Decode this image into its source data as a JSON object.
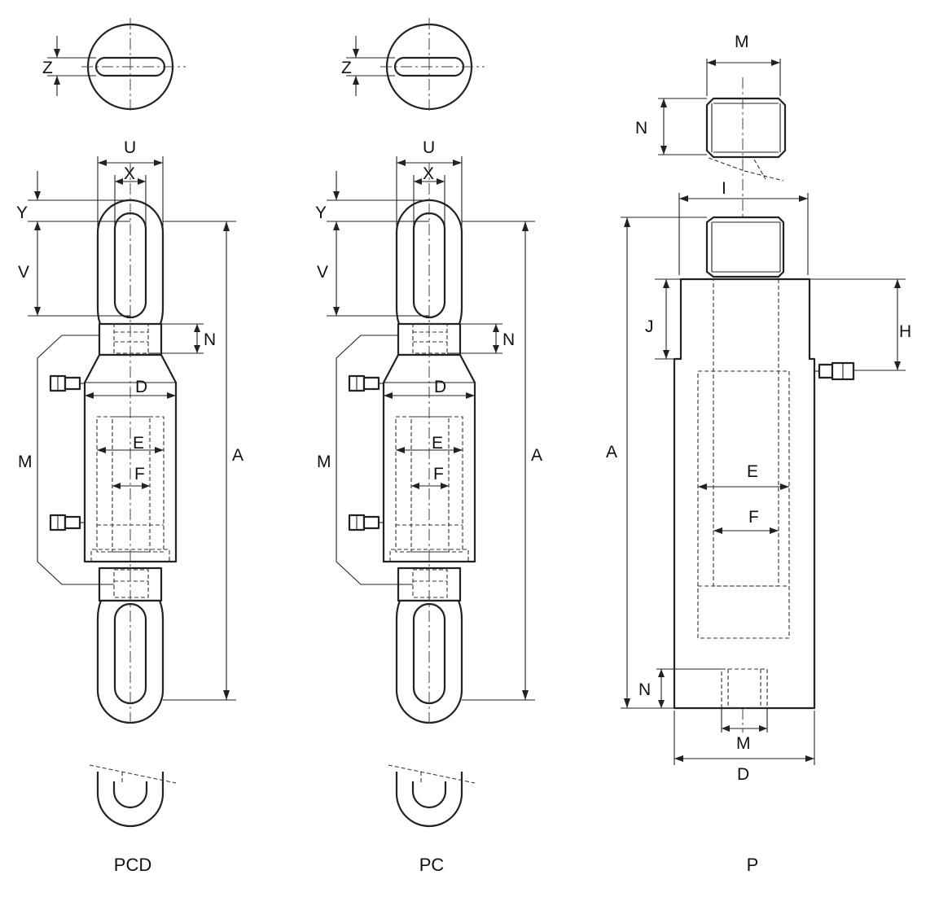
{
  "labels": {
    "pcd": {
      "Z": "Z",
      "U": "U",
      "X": "X",
      "Y": "Y",
      "V": "V",
      "N": "N",
      "D": "D",
      "E": "E",
      "F": "F",
      "M": "M",
      "A": "A"
    },
    "pc": {
      "Z": "Z",
      "U": "U",
      "X": "X",
      "Y": "Y",
      "V": "V",
      "N": "N",
      "D": "D",
      "E": "E",
      "F": "F",
      "M": "M",
      "A": "A"
    },
    "p": {
      "M_top": "M",
      "N_top": "N",
      "I": "I",
      "J": "J",
      "H": "H",
      "A": "A",
      "E": "E",
      "F": "F",
      "N_bottom": "N",
      "M_bottom": "M",
      "D": "D"
    }
  },
  "captions": {
    "pcd": "PCD",
    "pc": "PC",
    "p": "P"
  },
  "colors": {
    "line": "#222222",
    "background": "#ffffff"
  }
}
